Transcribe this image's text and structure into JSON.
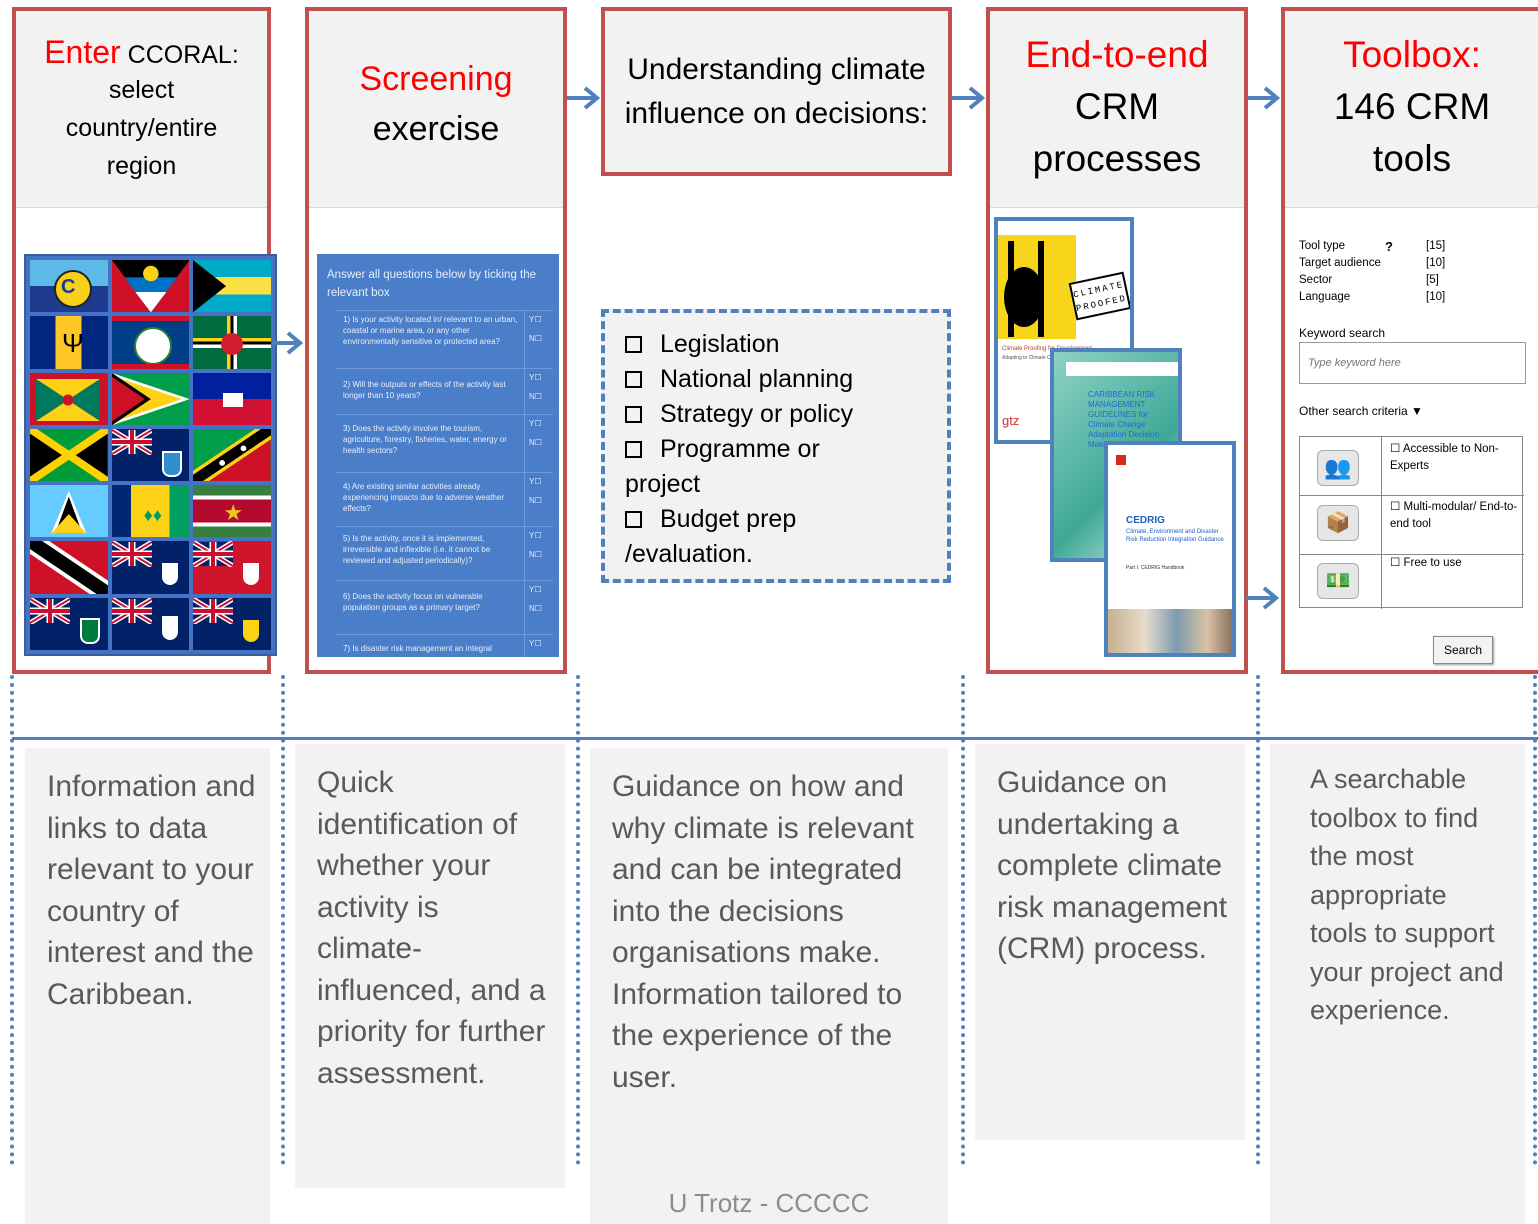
{
  "stages": [
    {
      "id": "enter",
      "title_red": "Enter",
      "title_rest": " CCORAL:",
      "subtitle": "select country/entire region",
      "description": "Information and links to data relevant to your country of interest and the Caribbean."
    },
    {
      "id": "screening",
      "title_red": "Screening",
      "subtitle": "exercise",
      "description": "Quick identification of whether your activity is climate-influenced, and a priority for further assessment."
    },
    {
      "id": "understanding",
      "title": "Understanding climate influence on decisions:",
      "checklist": [
        "Legislation",
        "National planning",
        "Strategy or policy",
        "Programme or project",
        "Budget prep /evaluation."
      ],
      "description": "Guidance on how and why climate is relevant and can be integrated into the decisions organisations make. Information tailored to the experience of the user."
    },
    {
      "id": "crm",
      "title_red": "End-to-end",
      "subtitle": "CRM processes",
      "description": "Guidance on undertaking a complete climate risk management (CRM) process.",
      "documents": [
        {
          "title": "CLIMATE PROOFED",
          "caption": "Climate Proofing for Development",
          "caption2": "Adapting to Climate Change, Reducing Risk",
          "logo": "gtz"
        },
        {
          "title": "CARIBBEAN RISK MANAGEMENT GUIDELINES for Climate Change Adaptation Decision Making"
        },
        {
          "title": "CEDRIG",
          "subtitle": "Climate, Environment and Disaster Risk Reduction Integration Guidance",
          "footer": "Part I: CEDRIG Handbook"
        }
      ]
    },
    {
      "id": "toolbox",
      "title_red": "Toolbox:",
      "subtitle": "146 CRM tools",
      "description": "A searchable toolbox to find the most appropriate tools to support your project and experience."
    }
  ],
  "screening_form": {
    "intro": "Answer all questions below by ticking the relevant box",
    "yes_label": "Y☐",
    "no_label": "N☐",
    "questions": [
      "1) Is your activity located in/ relevant to an urban, coastal or marine area, or any other environmentally sensitive or protected area?",
      "2) Will the outputs or effects of the activity last longer than 10 years?",
      "3) Does the activity involve the tourism, agriculture, forestry, fisheries, water, energy or health sectors?",
      "4) Are existing similar activities already experiencing impacts due to adverse weather effects?",
      "5) Is the activity, once it is implemented, irreversible and inflexible (i.e. it cannot be reviewed and adjusted periodically)?",
      "6) Does the activity focus on vulnerable population groups as a primary target?",
      "7) Is disaster risk management an integral"
    ]
  },
  "toolbox_form": {
    "filters": [
      {
        "label": "Tool type",
        "help": "?",
        "count": "[15]"
      },
      {
        "label": "Target audience",
        "count": "[10]"
      },
      {
        "label": "Sector",
        "count": "[5]"
      },
      {
        "label": "Language",
        "count": "[10]"
      }
    ],
    "keyword_label": "Keyword search",
    "keyword_placeholder": "Type keyword here",
    "other_criteria": "Other search criteria ▼",
    "options": [
      "☐  Accessible  to Non-Experts",
      "☐  Multi-modular/ End-to-end tool",
      "☐ Free to use"
    ],
    "search_button": "Search"
  },
  "footer": "U  Trotz - CCCCC",
  "colors": {
    "stage_border": "#c0504d",
    "accent_blue": "#4f81bd",
    "title_red": "#ff0000",
    "panel_grey": "#f2f2f2",
    "desc_text": "#595959"
  }
}
